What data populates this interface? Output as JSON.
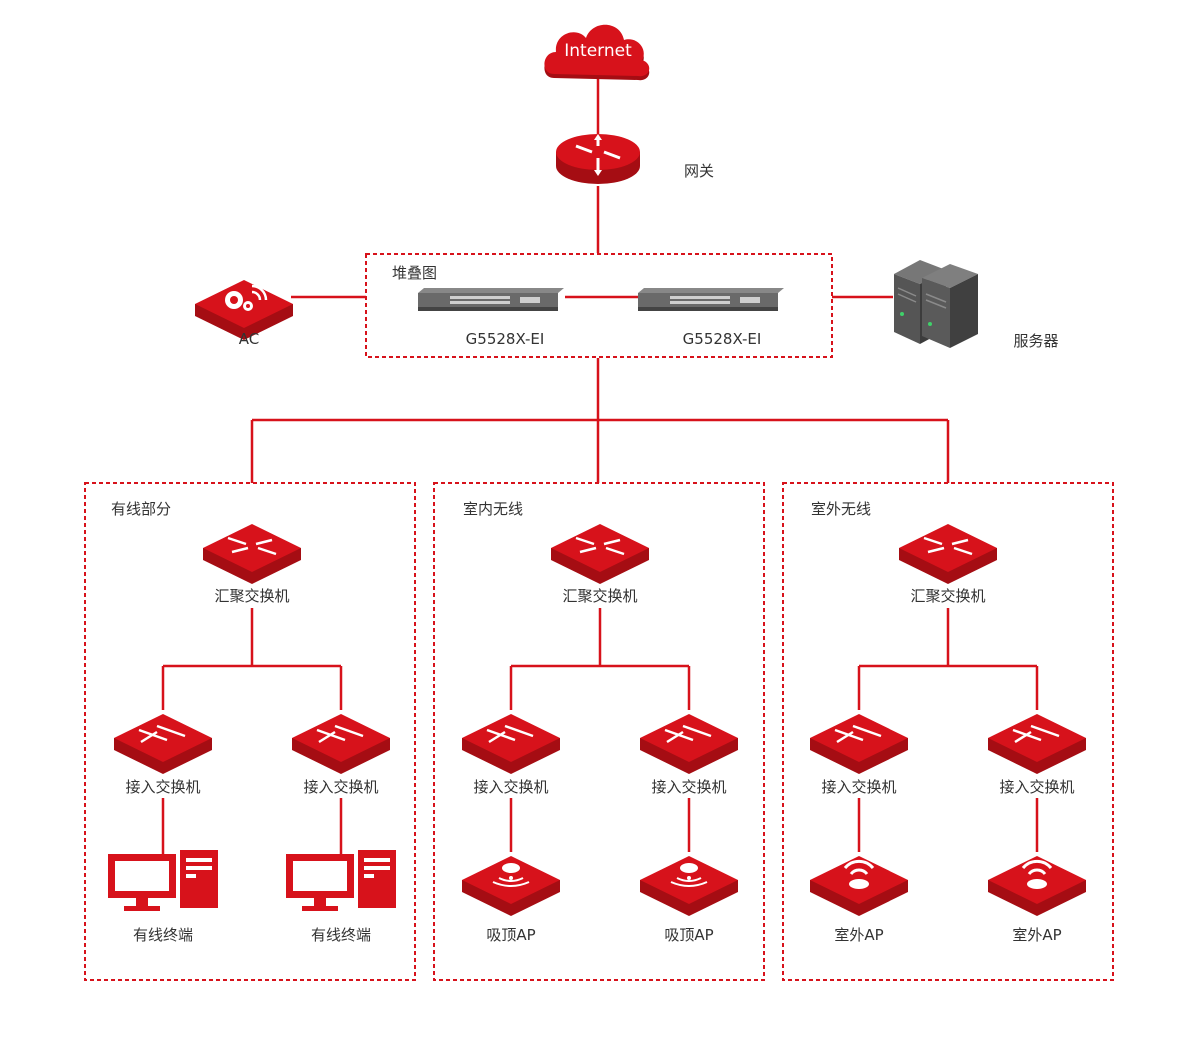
{
  "colors": {
    "accent": "#d7121b",
    "accent_dark": "#a50d13",
    "line": "#d7121b",
    "text": "#333333",
    "server": "#4a4a4a"
  },
  "internet": {
    "label": "Internet",
    "icon": "cloud-icon"
  },
  "gateway": {
    "label": "网关",
    "icon": "router-icon"
  },
  "stack": {
    "title": "堆叠图",
    "switches": [
      {
        "label": "G5528X-EI",
        "icon": "rack-switch-icon"
      },
      {
        "label": "G5528X-EI",
        "icon": "rack-switch-icon"
      }
    ]
  },
  "ac": {
    "label": "AC",
    "icon": "ac-controller-icon"
  },
  "server": {
    "label": "服务器",
    "icon": "server-icon"
  },
  "zones": [
    {
      "title": "有线部分",
      "aggregation": {
        "label": "汇聚交换机",
        "icon": "aggregation-switch-icon"
      },
      "access": [
        {
          "label": "接入交换机",
          "icon": "access-switch-icon",
          "end": {
            "label": "有线终端",
            "icon": "desktop-pc-icon"
          }
        },
        {
          "label": "接入交换机",
          "icon": "access-switch-icon",
          "end": {
            "label": "有线终端",
            "icon": "desktop-pc-icon"
          }
        }
      ]
    },
    {
      "title": "室内无线",
      "aggregation": {
        "label": "汇聚交换机",
        "icon": "aggregation-switch-icon"
      },
      "access": [
        {
          "label": "接入交换机",
          "icon": "access-switch-icon",
          "end": {
            "label": "吸顶AP",
            "icon": "ceiling-ap-icon"
          }
        },
        {
          "label": "接入交换机",
          "icon": "access-switch-icon",
          "end": {
            "label": "吸顶AP",
            "icon": "ceiling-ap-icon"
          }
        }
      ]
    },
    {
      "title": "室外无线",
      "aggregation": {
        "label": "汇聚交换机",
        "icon": "aggregation-switch-icon"
      },
      "access": [
        {
          "label": "接入交换机",
          "icon": "access-switch-icon",
          "end": {
            "label": "室外AP",
            "icon": "outdoor-ap-icon"
          }
        },
        {
          "label": "接入交换机",
          "icon": "access-switch-icon",
          "end": {
            "label": "室外AP",
            "icon": "outdoor-ap-icon"
          }
        }
      ]
    }
  ]
}
